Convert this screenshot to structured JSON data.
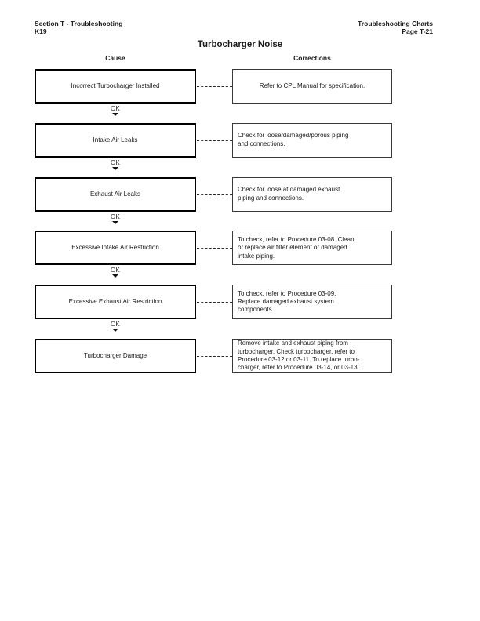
{
  "header": {
    "left": [
      "Section T - Troubleshooting",
      "K19"
    ],
    "right": [
      "Troubleshooting Charts",
      "Page T-21"
    ]
  },
  "chart": {
    "title": "Turbocharger Noise",
    "cause_column_label": "Cause",
    "corrections_column_label": "Corrections",
    "ok_label": "OK",
    "rows": [
      {
        "cause": "Incorrect Turbocharger Installed",
        "correction_lines": [
          "Refer to CPL Manual for specification."
        ],
        "ok_after": true
      },
      {
        "cause": "Intake Air Leaks",
        "correction_lines": [
          "Check for loose/damaged/porous piping",
          "and connections."
        ],
        "ok_after": true
      },
      {
        "cause": "Exhaust Air Leaks",
        "correction_lines": [
          "Check for loose at damaged exhaust",
          "piping and connections."
        ],
        "ok_after": true
      },
      {
        "cause": "Excessive Intake Air Restriction",
        "correction_lines": [
          "To check, refer to Procedure 03-08. Clean",
          "or replace air filter element or damaged",
          "intake piping."
        ],
        "ok_after": true
      },
      {
        "cause": "Excessive Exhaust Air Restriction",
        "correction_lines": [
          "To check, refer to Procedure 03-09.",
          "Replace damaged exhaust system",
          "components."
        ],
        "ok_after": true
      },
      {
        "cause": "Turbocharger Damage",
        "correction_lines": [
          "Remove intake and exhaust piping from",
          "turbocharger. Check turbocharger, refer to",
          "Procedure 03-12 or 03-11. To replace turbo-",
          "charger, refer to Procedure 03-14, or 03-13."
        ],
        "ok_after": false
      }
    ]
  },
  "colors": {
    "page_bg": "#ffffff",
    "text": "#1a1a1a",
    "cause_border": "#000000",
    "correction_border": "#3a3a3a"
  }
}
